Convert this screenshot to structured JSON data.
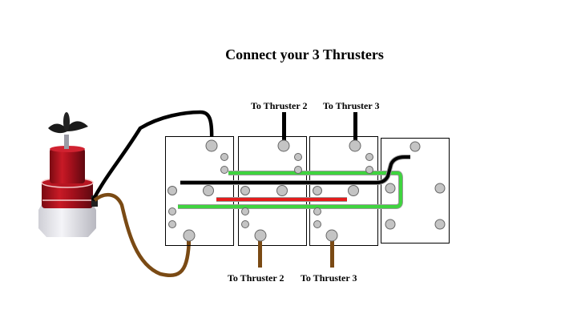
{
  "title": "Connect your 3 Thrusters",
  "labels": {
    "top": [
      "To Thruster 2",
      "To Thruster 3"
    ],
    "bottom": [
      "To Thruster 2",
      "To Thruster 3"
    ]
  },
  "components": {
    "thruster": "thruster-motor",
    "boards": 4,
    "wire_colors": {
      "black": "#000000",
      "red": "#e31c1c",
      "green": "#3fd43f",
      "brown": "#7a4a14",
      "terminal": "#c4c4c4"
    }
  }
}
